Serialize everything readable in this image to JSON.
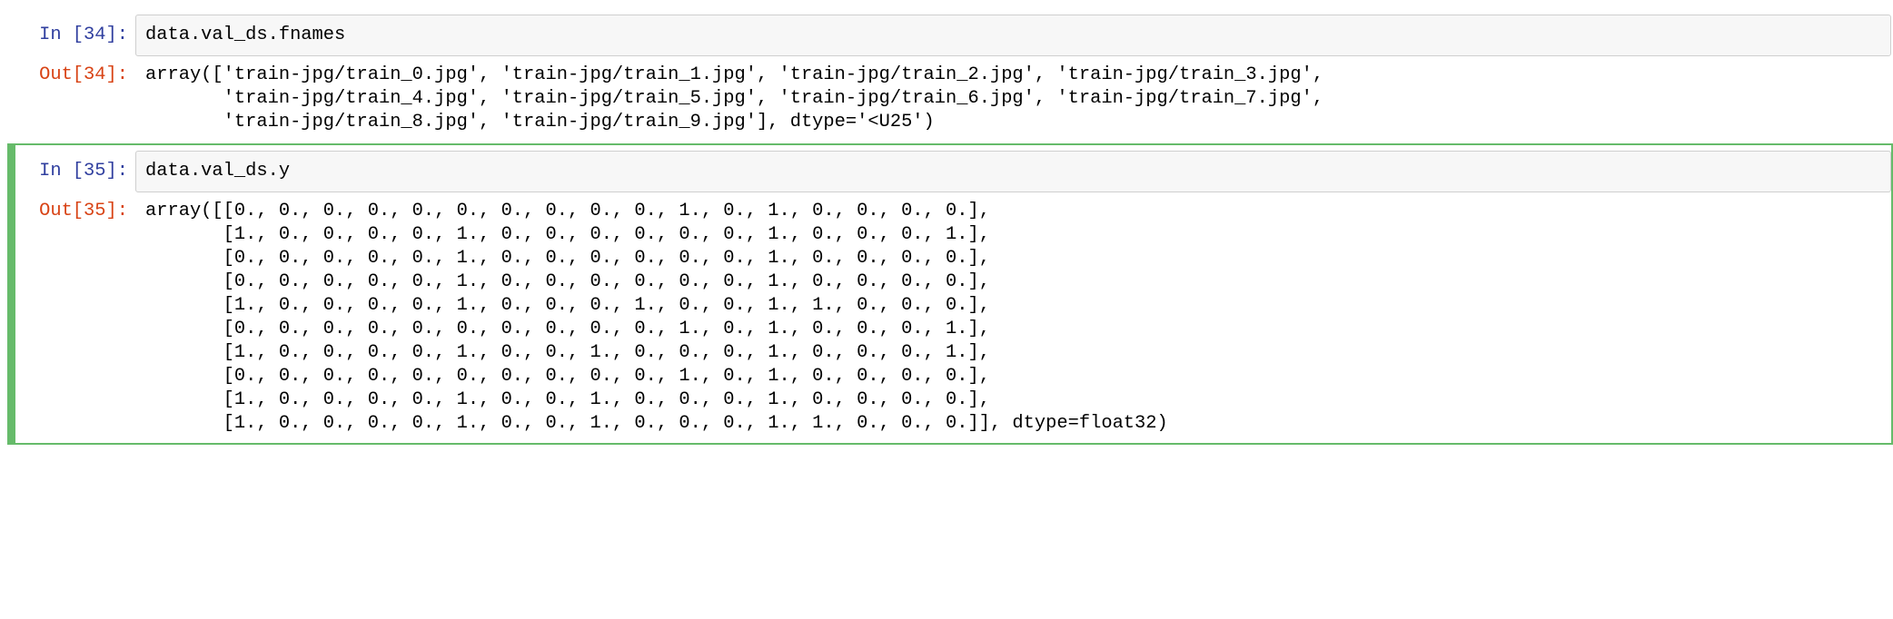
{
  "cells": [
    {
      "in_prompt": "In [34]:",
      "code": "data.val_ds.fnames",
      "out_prompt": "Out[34]:",
      "output_lines": [
        "array(['train-jpg/train_0.jpg', 'train-jpg/train_1.jpg', 'train-jpg/train_2.jpg', 'train-jpg/train_3.jpg',",
        "       'train-jpg/train_4.jpg', 'train-jpg/train_5.jpg', 'train-jpg/train_6.jpg', 'train-jpg/train_7.jpg',",
        "       'train-jpg/train_8.jpg', 'train-jpg/train_9.jpg'], dtype='<U25')"
      ]
    },
    {
      "in_prompt": "In [35]:",
      "code": "data.val_ds.y",
      "out_prompt": "Out[35]:",
      "output_lines": [
        "array([[0., 0., 0., 0., 0., 0., 0., 0., 0., 0., 1., 0., 1., 0., 0., 0., 0.],",
        "       [1., 0., 0., 0., 0., 1., 0., 0., 0., 0., 0., 0., 1., 0., 0., 0., 1.],",
        "       [0., 0., 0., 0., 0., 1., 0., 0., 0., 0., 0., 0., 1., 0., 0., 0., 0.],",
        "       [0., 0., 0., 0., 0., 1., 0., 0., 0., 0., 0., 0., 1., 0., 0., 0., 0.],",
        "       [1., 0., 0., 0., 0., 1., 0., 0., 0., 1., 0., 0., 1., 1., 0., 0., 0.],",
        "       [0., 0., 0., 0., 0., 0., 0., 0., 0., 0., 1., 0., 1., 0., 0., 0., 1.],",
        "       [1., 0., 0., 0., 0., 1., 0., 0., 1., 0., 0., 0., 1., 0., 0., 0., 1.],",
        "       [0., 0., 0., 0., 0., 0., 0., 0., 0., 0., 1., 0., 1., 0., 0., 0., 0.],",
        "       [1., 0., 0., 0., 0., 1., 0., 0., 1., 0., 0., 0., 1., 0., 0., 0., 0.],",
        "       [1., 0., 0., 0., 0., 1., 0., 0., 1., 0., 0., 0., 1., 1., 0., 0., 0.]], dtype=float32)"
      ]
    }
  ]
}
